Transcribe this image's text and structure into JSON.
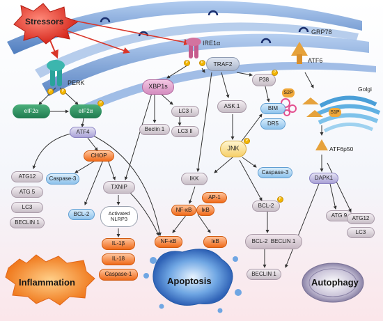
{
  "stressors": "Stressors",
  "sensors": {
    "perk": "PERK",
    "ire1a": "IRE1α",
    "grp78": "GRP78",
    "atf6": "ATF6",
    "golgi": "Golgi",
    "s2p": "S2P",
    "s1p": "S1P"
  },
  "perk_branch": {
    "eif2a": "eIF2α",
    "eif2a_p": "eIF2α",
    "atf4": "ATF4",
    "chop": "CHOP",
    "atg12": "ATG12",
    "atg5": "ATG 5",
    "lc3": "LC3",
    "beclin1": "BECLIN 1",
    "caspase3": "Caspase-3",
    "bcl2": "BCL-2",
    "txnip": "TXNIP",
    "nlrp3": "Activated NLRP3",
    "il1b": "IL-1β",
    "il18": "IL-18",
    "caspase1": "Caspase-1"
  },
  "ire_branch": {
    "xbp1s": "XBP1s",
    "lc3i": "LC3 I",
    "lc3ii": "LC3 II",
    "beclin1": "Beclin 1",
    "traf2": "TRAF2",
    "ikk": "IKK",
    "nfkb": "NF-κB",
    "ikb": "IκB",
    "nfkb_out": "NF-κB",
    "ikb_out": "IκB",
    "ask1": "ASK 1",
    "p38": "P38",
    "bim": "BIM",
    "dr5": "DR5",
    "jnk": "JNK",
    "caspase3": "Caspase-3",
    "ap1": "AP-1",
    "bcl2": "BCL-2",
    "bcl2_beclin": "BCL-2",
    "beclin_pair": "BECLIN 1",
    "beclin1_out": "BECLIN 1"
  },
  "atf6_branch": {
    "atf6p50": "ATF6p50",
    "dapk1": "DAPK1",
    "atg9": "ATG 9",
    "atg12": "ATG12",
    "lc3": "LC3"
  },
  "outcomes": {
    "inflammation": "Inflammation",
    "apoptosis": "Apoptosis",
    "autophagy": "Autophagy"
  },
  "phospho": "P",
  "colors": {
    "orange": "#ef6a1a",
    "blue": "#8ec2ec",
    "grey": "#c7bdc6",
    "er_blue": "#5a86c8",
    "stress_red": "#e23b2e",
    "purple": "#a9a2d6"
  }
}
